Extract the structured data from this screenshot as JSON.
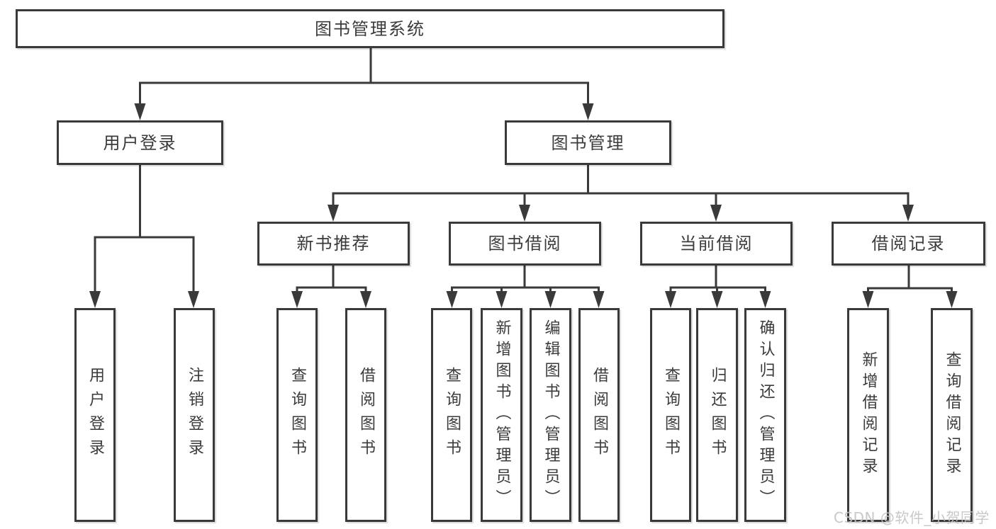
{
  "nodes": {
    "root": "图书管理系统",
    "branches": [
      {
        "label": "用户登录",
        "leaves": [
          "用户登录",
          "注销登录"
        ]
      },
      {
        "label": "图书管理",
        "groups": [
          {
            "label": "新书推荐",
            "leaves": [
              "查询图书",
              "借阅图书"
            ]
          },
          {
            "label": "图书借阅",
            "leaves": [
              "查询图书",
              "新增图书（管理员）",
              "编辑图书（管理员）",
              "借阅图书"
            ]
          },
          {
            "label": "当前借阅",
            "leaves": [
              "查询图书",
              "归还图书",
              "确认归还（管理员）"
            ]
          },
          {
            "label": "借阅记录",
            "leaves": [
              "新增借阅记录",
              "查询借阅记录"
            ]
          }
        ]
      }
    ]
  },
  "watermark": {
    "text": "CSDN @软件_小贺同学"
  },
  "colors": {
    "line": "#3a3a3a",
    "text": "#3b3b3b",
    "background": "#ffffff",
    "watermark": "#c4c4c4"
  }
}
